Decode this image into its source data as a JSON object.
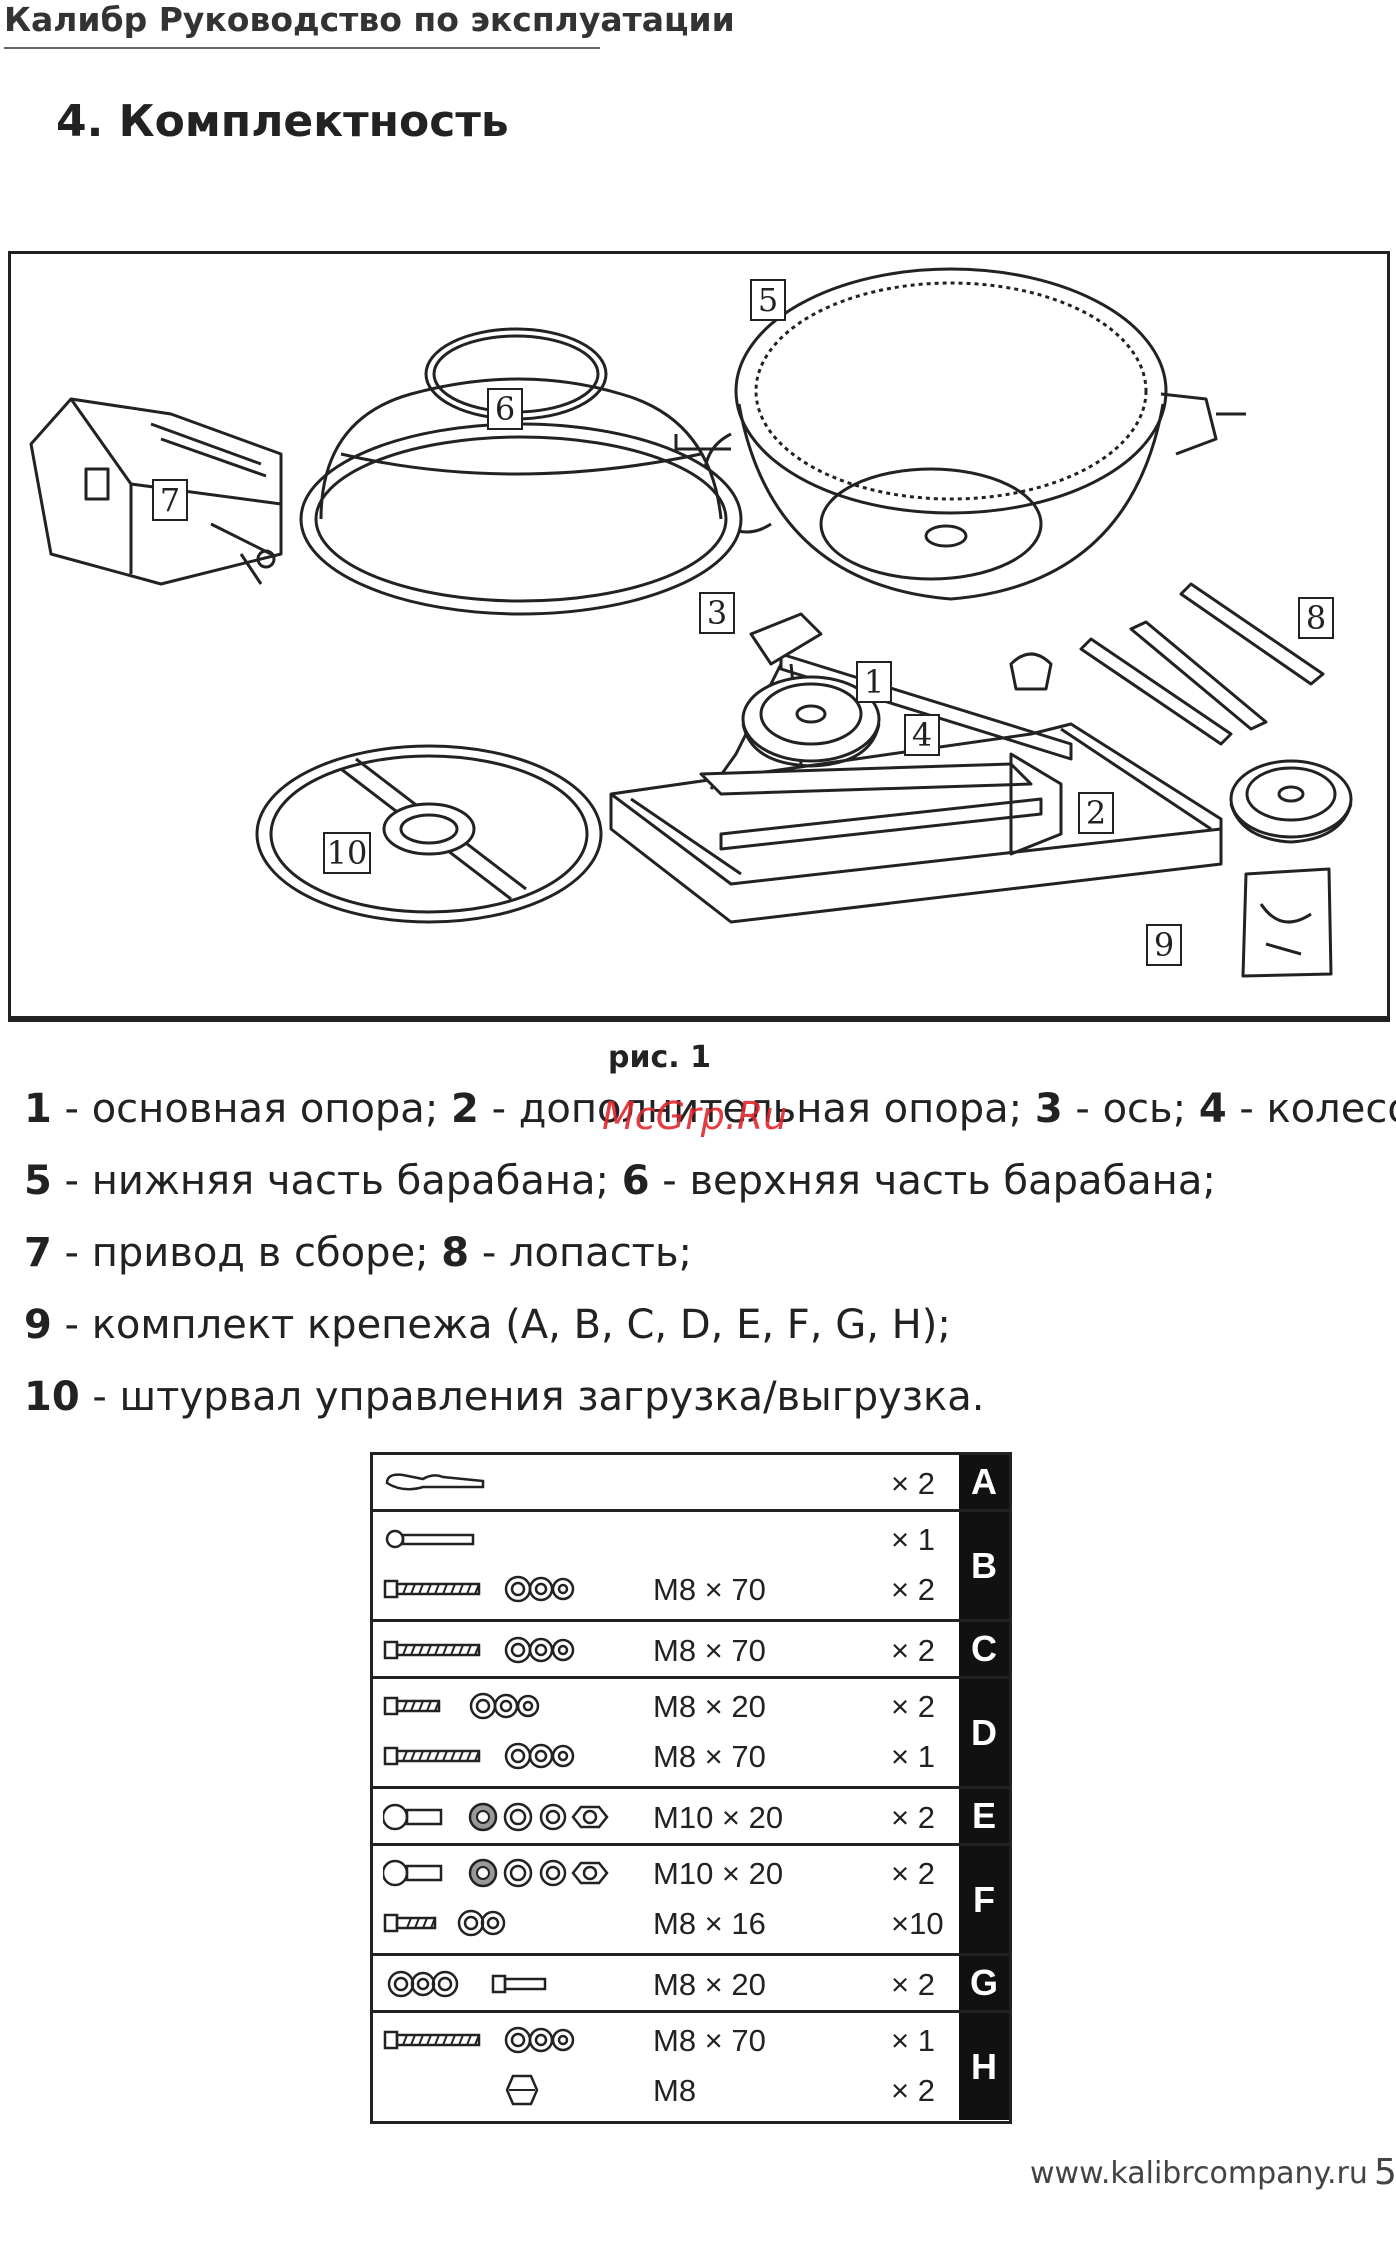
{
  "header": {
    "title": "Калибр Руководство по эксплуатации"
  },
  "section": {
    "title": "4. Комплектность"
  },
  "figure": {
    "labels": [
      "1",
      "2",
      "3",
      "4",
      "5",
      "6",
      "7",
      "8",
      "9",
      "10"
    ],
    "caption": "рис. 1"
  },
  "watermark": "McGrp.Ru",
  "description": [
    [
      {
        "b": "1"
      },
      {
        "t": " - основная опора; "
      },
      {
        "b": "2"
      },
      {
        "t": " - дополнительная опора; "
      },
      {
        "b": "3"
      },
      {
        "t": " - ось; "
      },
      {
        "b": "4"
      },
      {
        "t": " - колесо;"
      }
    ],
    [
      {
        "b": "5"
      },
      {
        "t": " - нижняя часть барабана; "
      },
      {
        "b": "6"
      },
      {
        "t": " - верхняя часть барабана;"
      }
    ],
    [
      {
        "b": "7"
      },
      {
        "t": " - привод в сборе; "
      },
      {
        "b": "8"
      },
      {
        "t": " - лопасть;"
      }
    ],
    [
      {
        "b": "9"
      },
      {
        "t": " - комплект крепежа (A, B, C, D, E, F, G, H);"
      }
    ],
    [
      {
        "b": "10"
      },
      {
        "t": " - штурвал управления загрузка/выгрузка."
      }
    ]
  ],
  "fasteners": {
    "rows": [
      {
        "letter": "A",
        "items": [
          {
            "size": "",
            "qty": "× 2",
            "icon": "split-pin-icon"
          }
        ]
      },
      {
        "letter": "B",
        "items": [
          {
            "size": "",
            "qty": "× 1",
            "icon": "lever-pin-icon"
          },
          {
            "size": "M8 × 70",
            "qty": "× 2",
            "icon": "bolt-long-washers-icon"
          }
        ]
      },
      {
        "letter": "C",
        "items": [
          {
            "size": "M8 × 70",
            "qty": "× 2",
            "icon": "bolt-long-washers-icon"
          }
        ]
      },
      {
        "letter": "D",
        "items": [
          {
            "size": "M8 × 20",
            "qty": "× 2",
            "icon": "bolt-short-washers-icon"
          },
          {
            "size": "M8 × 70",
            "qty": "× 1",
            "icon": "bolt-long-washers-icon"
          }
        ]
      },
      {
        "letter": "E",
        "items": [
          {
            "size": "M10 × 20",
            "qty": "× 2",
            "icon": "screw-washers-nut-icon"
          }
        ]
      },
      {
        "letter": "F",
        "items": [
          {
            "size": "M10 × 20",
            "qty": "× 2",
            "icon": "screw-washers-nut-icon"
          },
          {
            "size": "M8 × 16",
            "qty": "×10",
            "icon": "bolt-small-washers-icon"
          }
        ]
      },
      {
        "letter": "G",
        "items": [
          {
            "size": "M8 × 20",
            "qty": "× 2",
            "icon": "washers-bolt-icon"
          }
        ]
      },
      {
        "letter": "H",
        "items": [
          {
            "size": "M8 × 70",
            "qty": "× 1",
            "icon": "bolt-long-washers-icon"
          },
          {
            "size": "M8",
            "qty": "× 2",
            "icon": "nut-icon"
          }
        ]
      }
    ]
  },
  "footer": {
    "url": "www.kalibrcompany.ru",
    "page_number": "5"
  }
}
